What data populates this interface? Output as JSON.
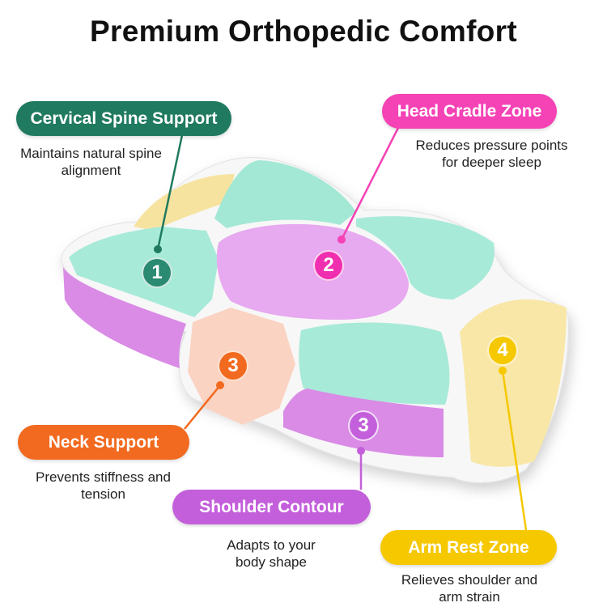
{
  "title": "Premium Orthopedic Comfort",
  "colors": {
    "cervical": "#1f7a5f",
    "head": "#f542b5",
    "neck": "#f26a1f",
    "shoulder": "#c45fdb",
    "arm": "#f6c800"
  },
  "callouts": {
    "cervical": {
      "label": "Cervical Spine Support",
      "description": "Maintains natural spine alignment",
      "marker": "1"
    },
    "head": {
      "label": "Head Cradle Zone",
      "description": "Reduces pressure points for deeper sleep",
      "marker": "2"
    },
    "neck": {
      "label": "Neck Support",
      "description": "Prevents stiffness and tension",
      "marker": "3"
    },
    "shoulder": {
      "label": "Shoulder Contour",
      "description": "Adapts to your body shape",
      "marker": "3"
    },
    "arm": {
      "label": "Arm Rest Zone",
      "description": "Relieves shoulder and arm strain",
      "marker": "4"
    }
  }
}
